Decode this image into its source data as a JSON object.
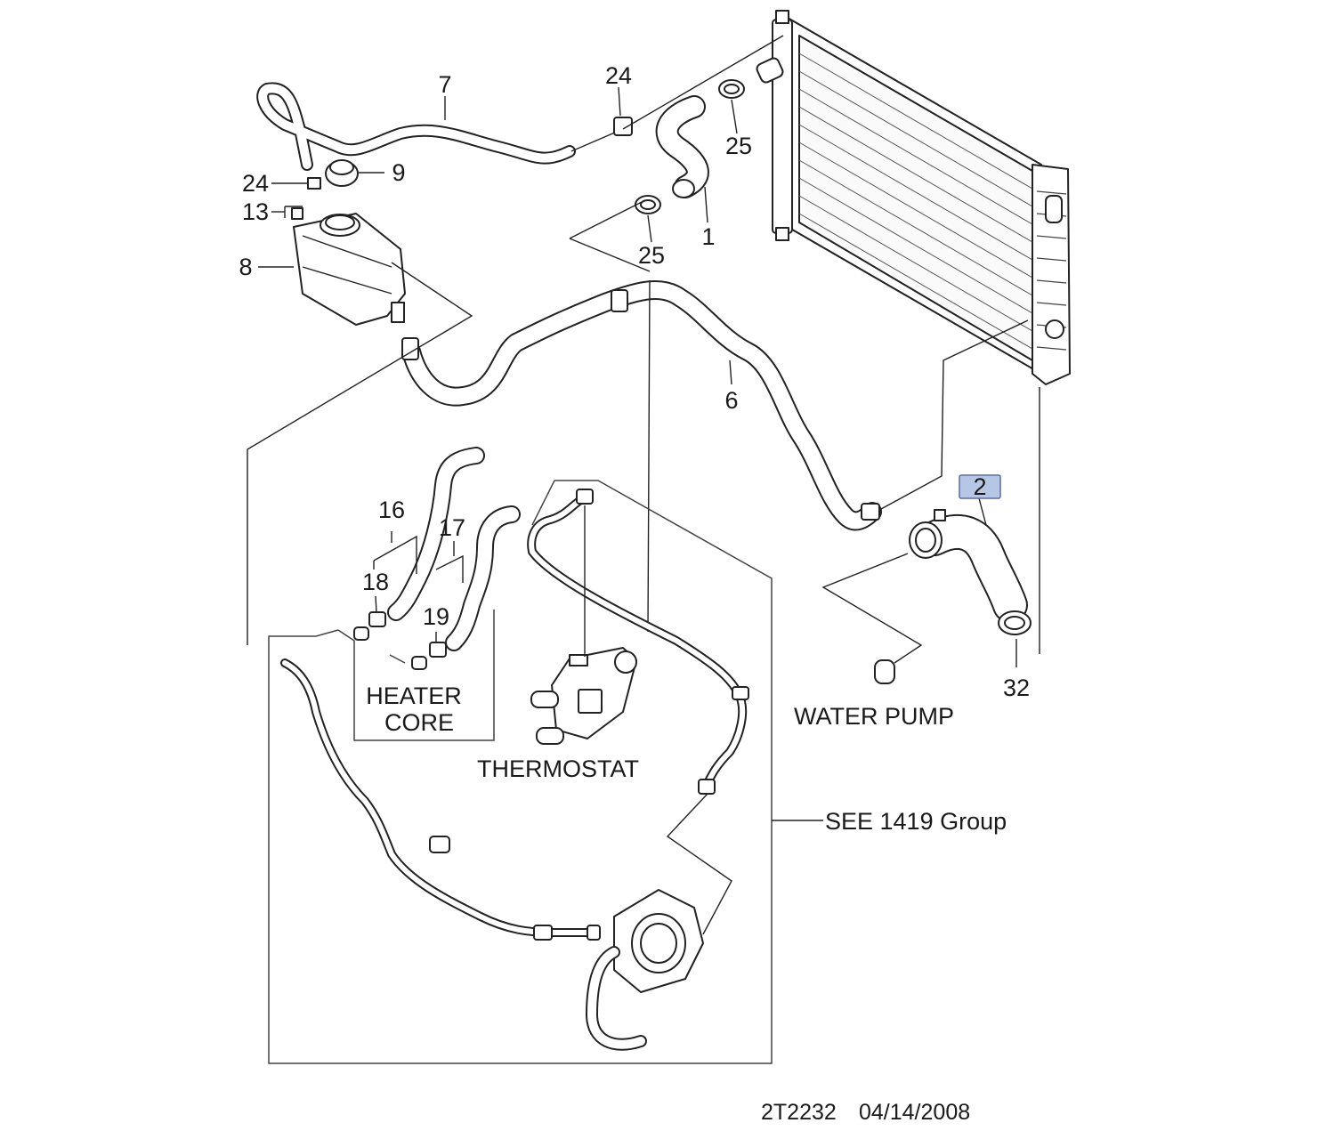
{
  "callouts": {
    "c1": "1",
    "c2": "2",
    "c6": "6",
    "c7": "7",
    "c8": "8",
    "c9": "9",
    "c13": "13",
    "c16": "16",
    "c17": "17",
    "c18": "18",
    "c19": "19",
    "c24a": "24",
    "c24b": "24",
    "c25a": "25",
    "c25b": "25",
    "c32": "32"
  },
  "labels": {
    "heater_core_line1": "HEATER",
    "heater_core_line2": "CORE",
    "thermostat": "THERMOSTAT",
    "water_pump": "WATER PUMP",
    "see_group": "SEE 1419 Group"
  },
  "footer": {
    "code": "2T2232",
    "date": "04/14/2008"
  },
  "colors": {
    "highlight": "#b6c7e6",
    "line": "#222222"
  }
}
